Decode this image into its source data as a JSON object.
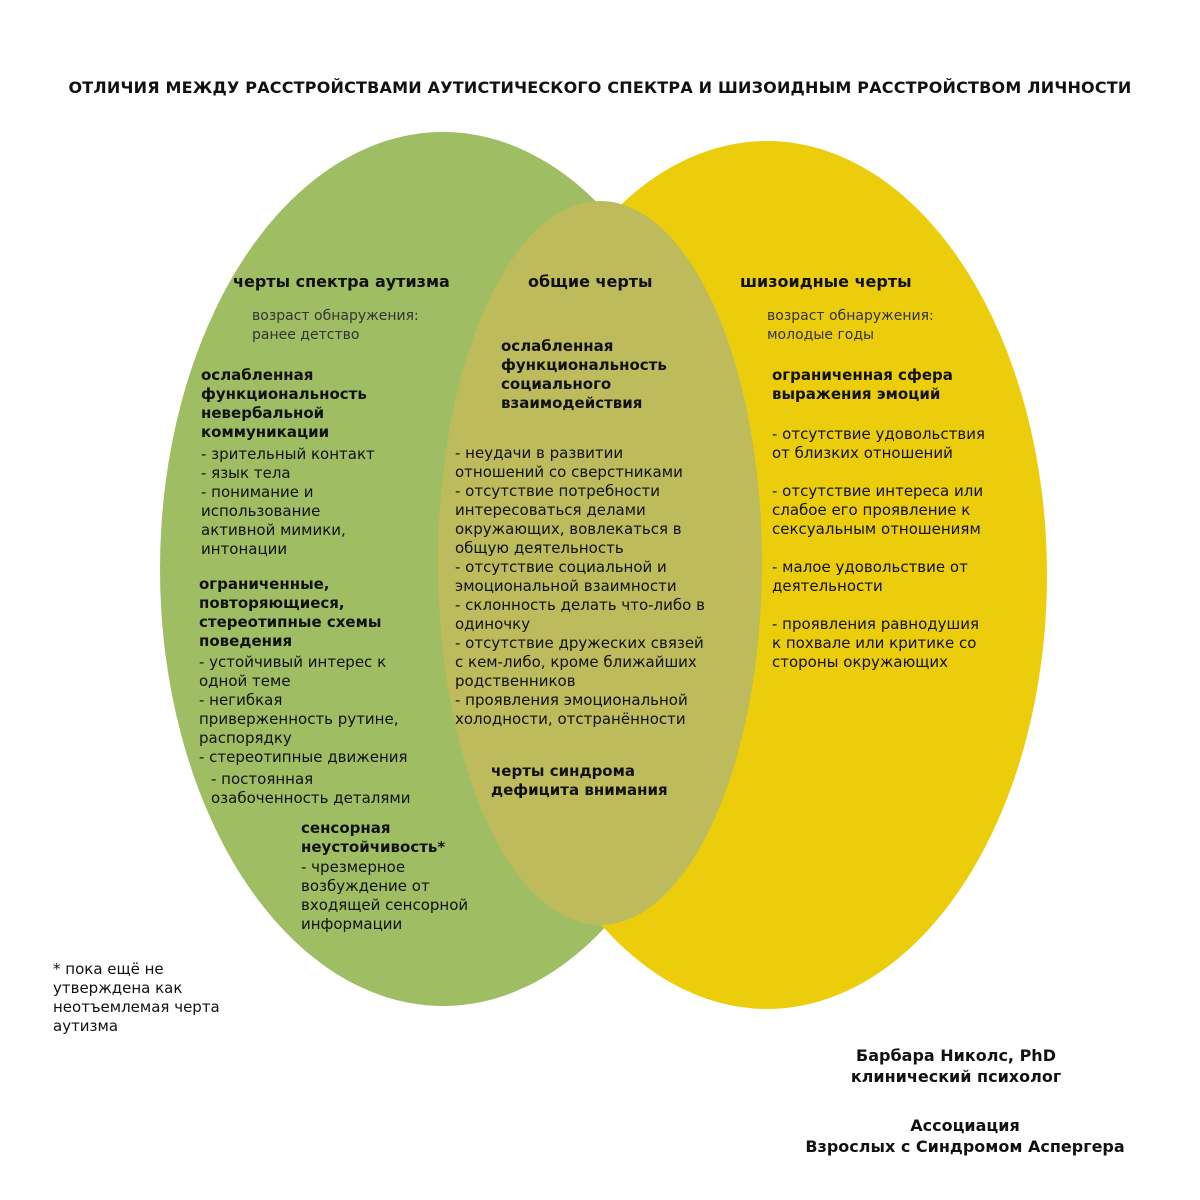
{
  "title": "ОТЛИЧИЯ МЕЖДУ РАССТРОЙСТВАМИ АУТИСТИЧЕСКОГО СПЕКТРА И ШИЗОИДНЫМ РАССТРОЙСТВОМ ЛИЧНОСТИ",
  "colors": {
    "autism": "#9fbd62",
    "schizoid": "#eccd0c",
    "overlap": "#bdbb5c"
  },
  "autism": {
    "heading": "черты спектра аутизма",
    "age": "возраст обнаружения:\nранее детство",
    "group1_title": "ослабленная\nфункциональность\nневербальной\nкоммуникации",
    "group1_items": "- зрительный контакт\n- язык тела\n- понимание и\nиспользование\nактивной мимики,\nинтонации",
    "group2_title": "ограниченные,\nповторяющиеся,\nстереотипные схемы\nповедения",
    "group2_items": "- устойчивый интерес к\nодной теме\n- негибкая\nприверженность рутине,\nраспорядку\n- стереотипные движения",
    "group2_last": "- постоянная\nозабоченность деталями",
    "group3_title": "сенсорная\nнеустойчивость*",
    "group3_items": "- чрезмерное\nвозбуждение от\nвходящей сенсорной\nинформации"
  },
  "common": {
    "heading": "общие черты",
    "group1_title": "ослабленная\nфункциональность\nсоциального\nвзаимодействия",
    "group1_items": "- неудачи в развитии\nотношений со сверстниками\n- отсутствие потребности\nинтересоваться делами\nокружающих, вовлекаться в\nобщую деятельность\n- отсутствие социальной и\nэмоциональной взаимности\n- склонность делать что-либо в\nодиночку\n- отсутствие дружеских связей\nс кем-либо, кроме ближайших\nродственников\n- проявления эмоциональной\nхолодности, отстранённости",
    "group2_title": "черты синдрома\nдефицита внимания"
  },
  "schizoid": {
    "heading": "шизоидные черты",
    "age": "возраст обнаружения:\n молодые годы",
    "group1_title": "ограниченная сфера\nвыражения эмоций",
    "items": [
      "- отсутствие удовольствия\nот близких отношений",
      "- отсутствие интереса или\nслабое его проявление к\nсексуальным отношениям",
      "- малое удовольствие от\nдеятельности",
      "- проявления равнодушия\nк похвале или критике со\nстороны окружающих"
    ]
  },
  "footnote": "* пока ещё не\nутверждена как\nнеотъемлемая  черта\nаутизма",
  "author": {
    "name": "Барбара Николс, PhD",
    "role": "клинический психолог",
    "org_line1": "Ассоциация",
    "org_line2": "Взрослых  с Синдромом Аспергера"
  }
}
